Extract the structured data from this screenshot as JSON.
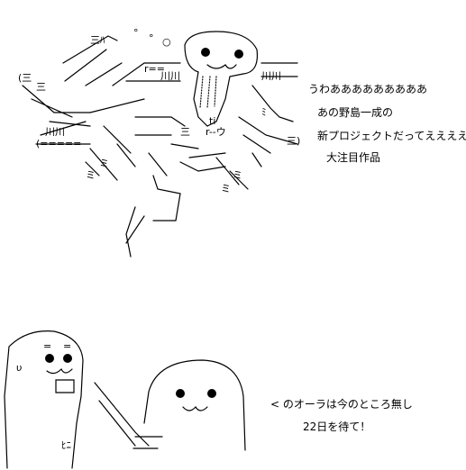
{
  "scene_top": {
    "lines": [
      "うわあああああああああ",
      "あの野島一成の",
      "新プロジェクトだってえええええ",
      "大注目作品"
    ]
  },
  "scene_bottom": {
    "lines": [
      "<  のオーラは今のところ無し",
      "22日を待て！"
    ]
  },
  "colors": {
    "background": "#ffffff",
    "ink": "#000000"
  }
}
